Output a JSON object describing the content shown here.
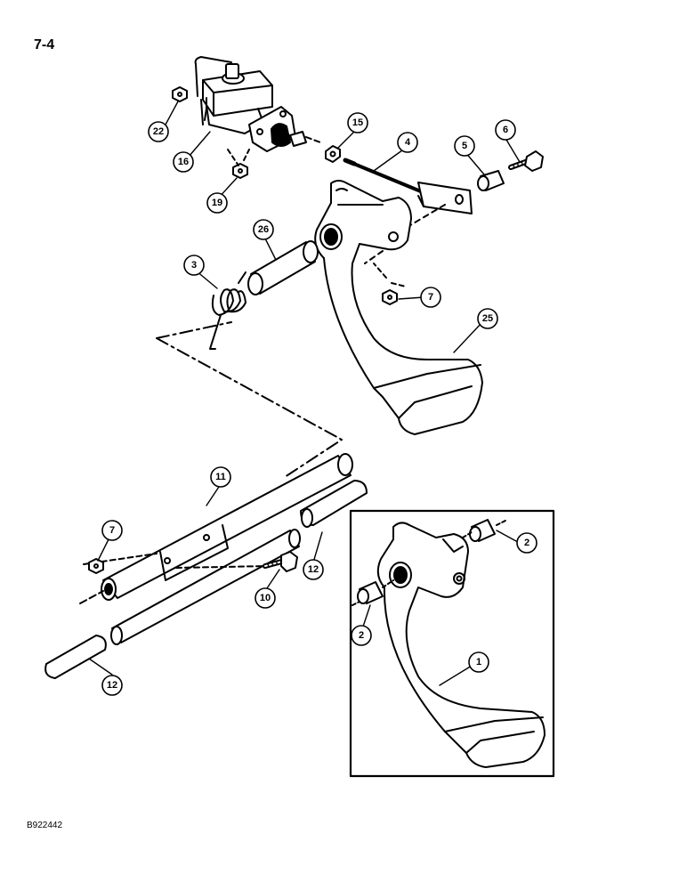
{
  "page": {
    "number": "7-4",
    "figure_code": "B922442"
  },
  "callouts": {
    "c1": "1",
    "c2a": "2",
    "c2b": "2",
    "c3": "3",
    "c4": "4",
    "c5": "5",
    "c6": "6",
    "c7a": "7",
    "c7b": "7",
    "c10": "10",
    "c11": "11",
    "c12a": "12",
    "c12b": "12",
    "c15": "15",
    "c16": "16",
    "c19": "19",
    "c22": "22",
    "c25": "25",
    "c26": "26"
  }
}
